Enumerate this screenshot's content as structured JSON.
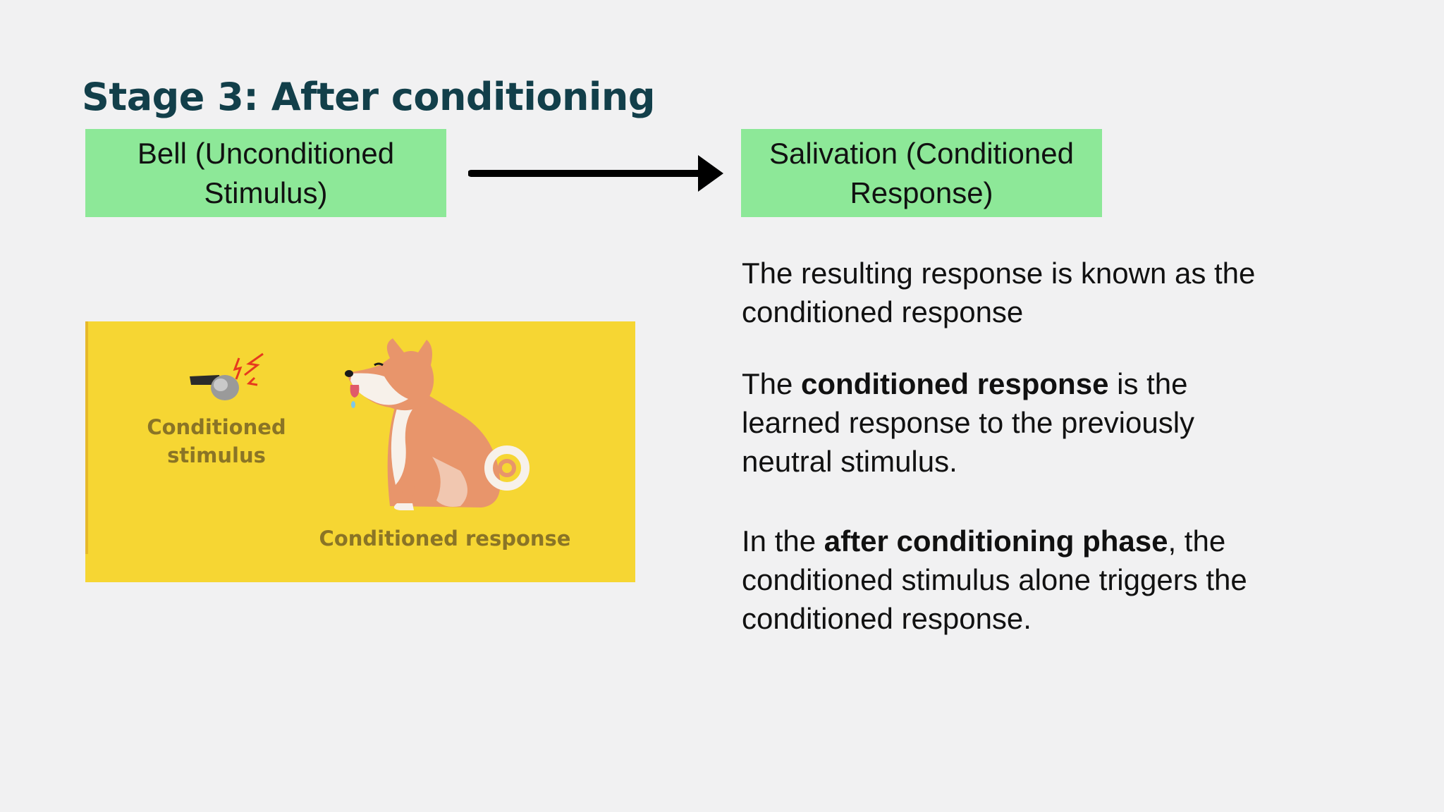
{
  "slide": {
    "title": "Stage 3: After conditioning",
    "left_box": {
      "line1": "Bell (Unconditioned",
      "line2": "Stimulus)"
    },
    "right_box": {
      "line1": "Salivation (Conditioned",
      "line2": "Response)"
    },
    "illustration": {
      "stimulus_label_line1": "Conditioned",
      "stimulus_label_line2": "stimulus",
      "response_label": "Conditioned response"
    },
    "paragraph1": "The resulting response is known as the conditioned response",
    "paragraph2": {
      "pre": "The ",
      "bold": "conditioned response",
      "post": " is the learned response to the previously neutral stimulus."
    },
    "paragraph3": {
      "pre": "In the ",
      "bold": "after conditioning phase",
      "post": ", the conditioned stimulus alone triggers the conditioned response."
    }
  },
  "colors": {
    "background": "#f1f1f2",
    "title": "#123f4a",
    "box_fill": "#8de898",
    "illustration_bg": "#f6d633",
    "illustration_text": "#8a7426",
    "dog": "#e8956b"
  },
  "icons": [
    "whistle-icon",
    "dog-illustration",
    "arrow-right-icon"
  ]
}
